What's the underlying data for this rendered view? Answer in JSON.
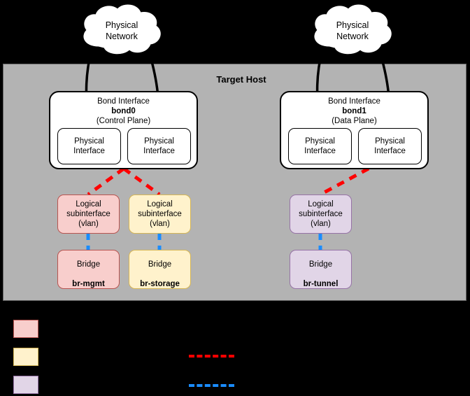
{
  "diagram": {
    "title": "Target Host",
    "host_panel": {
      "label": "Target Host",
      "bg": "#b3b3b3"
    }
  },
  "clouds": [
    {
      "label": "Physical\nNetwork",
      "name": "cloud-physical-network-left"
    },
    {
      "label": "Physical\nNetwork",
      "name": "cloud-physical-network-right"
    }
  ],
  "bonds": [
    {
      "title": "Bond Interface",
      "name": "bond0",
      "plane": "(Control Plane)",
      "interfaces": [
        {
          "label": "Physical\nInterface"
        },
        {
          "label": "Physical\nInterface"
        }
      ]
    },
    {
      "title": "Bond Interface",
      "name": "bond1",
      "plane": "(Data Plane)",
      "interfaces": [
        {
          "label": "Physical\nInterface"
        },
        {
          "label": "Physical\nInterface"
        }
      ]
    }
  ],
  "vlans": [
    {
      "label": "Logical\nsubinterface\n(vlan)",
      "fill": "#f8cecc",
      "stroke": "#b85450"
    },
    {
      "label": "Logical\nsubinterface\n(vlan)",
      "fill": "#fff2cc",
      "stroke": "#d6b656"
    },
    {
      "label": "Logical\nsubinterface\n(vlan)",
      "fill": "#e1d5e7",
      "stroke": "#9673a6"
    }
  ],
  "bridges": [
    {
      "title": "Bridge",
      "name": "br-mgmt",
      "fill": "#f8cecc",
      "stroke": "#b85450"
    },
    {
      "title": "Bridge",
      "name": "br-storage",
      "fill": "#fff2cc",
      "stroke": "#d6b656"
    },
    {
      "title": "Bridge",
      "name": "br-tunnel",
      "fill": "#e1d5e7",
      "stroke": "#9673a6"
    }
  ],
  "legend": {
    "swatches": [
      {
        "label": "",
        "fill": "#f8cecc",
        "stroke": "#b85450"
      },
      {
        "label": "",
        "fill": "#fff2cc",
        "stroke": "#d6b656"
      },
      {
        "label": "",
        "fill": "#e1d5e7",
        "stroke": "#9673a6"
      }
    ],
    "lines": [
      {
        "label": "",
        "color": "#ff0000"
      },
      {
        "label": "",
        "color": "#1a8cff"
      }
    ]
  },
  "colors": {
    "bond_link": "#000000",
    "vlan_link": "#ff0000",
    "bridge_link": "#1a8cff",
    "panel_bg": "#b3b3b3",
    "canvas_bg": "#000000",
    "cloud_fill": "#ffffff"
  }
}
